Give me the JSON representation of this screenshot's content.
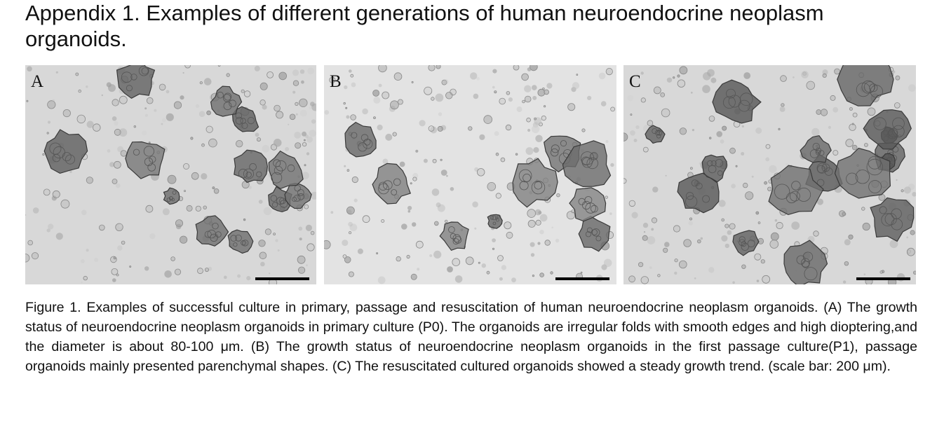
{
  "title": "Appendix 1. Examples of different generations of human neuroendocrine neoplasm organoids.",
  "figure": {
    "panels": [
      {
        "label": "A",
        "seed": 11,
        "clusters": 12,
        "darkness": 0.55
      },
      {
        "label": "B",
        "seed": 23,
        "clusters": 9,
        "darkness": 0.35
      },
      {
        "label": "C",
        "seed": 37,
        "clusters": 16,
        "darkness": 0.7
      }
    ],
    "caption": "Figure 1. Examples of successful culture in primary, passage and resuscitation of human neuroendocrine neoplasm organoids. (A) The growth status of neuroendocrine neoplasm organoids in primary culture (P0). The organoids are irregular folds with smooth edges and high dioptering,and the diameter is about 80-100 μm. (B) The growth status of neuroendocrine neoplasm organoids in the first passage culture(P1), passage organoids mainly presented parenchymal shapes. (C) The resuscitated cultured organoids showed a steady growth trend. (scale bar: 200 μm)."
  }
}
